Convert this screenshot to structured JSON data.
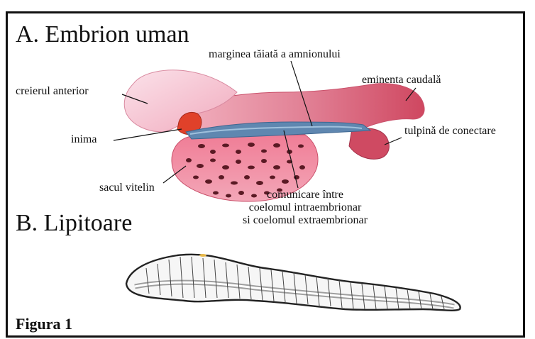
{
  "section_a": {
    "title": "A. Embrion uman",
    "labels": {
      "forebrain": "creierul anterior",
      "heart": "inima",
      "yolk_sac": "sacul vitelin",
      "amnion_edge": "marginea tăiată a amnionului",
      "caudal": "eminenta caudală",
      "stalk": "tulpină de conectare",
      "comm_1": "comunicare între",
      "comm_2": "coelomul intraembrionar",
      "comm_3": "si coelomul extraembrionar"
    }
  },
  "section_b": {
    "title": "B. Lipitoare"
  },
  "caption": "Figura 1",
  "colors": {
    "embryo_pink": "#f3a9bb",
    "embryo_dark": "#d14a62",
    "amnion_blue": "#5f87b0",
    "heart_red": "#e0412a",
    "spot": "#5a1a24"
  }
}
